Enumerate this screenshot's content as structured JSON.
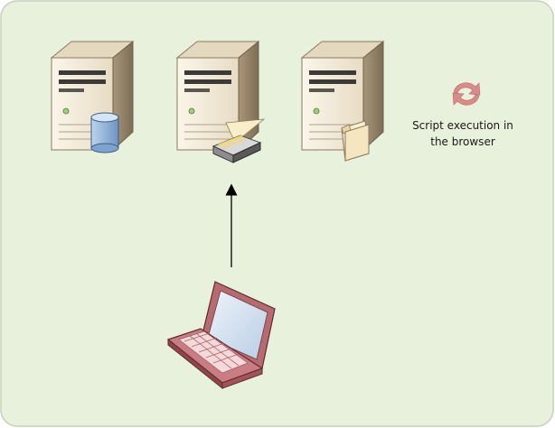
{
  "diagram": {
    "background": "#e8f1dc",
    "border": "#c7cfbf",
    "caption": {
      "line1": "Script execution in",
      "line2": "the browser"
    },
    "nodes": [
      {
        "id": "database-server",
        "icon": "server-database-icon"
      },
      {
        "id": "printer-server",
        "icon": "server-printer-icon"
      },
      {
        "id": "file-server",
        "icon": "server-folder-icon"
      },
      {
        "id": "client-laptop",
        "icon": "laptop-icon"
      },
      {
        "id": "script-execution",
        "icon": "refresh-cycle-icon"
      }
    ],
    "edges": [
      {
        "from": "client-laptop",
        "to": "printer-server"
      }
    ],
    "colors": {
      "server_front": "#f2ead9",
      "server_side": "#bba88a",
      "server_top": "#e3d7bf",
      "laptop": "#c4737a",
      "laptop_screen": "#d4e3f2",
      "cycle": "#d98a89",
      "db": "#9dbde0"
    }
  }
}
